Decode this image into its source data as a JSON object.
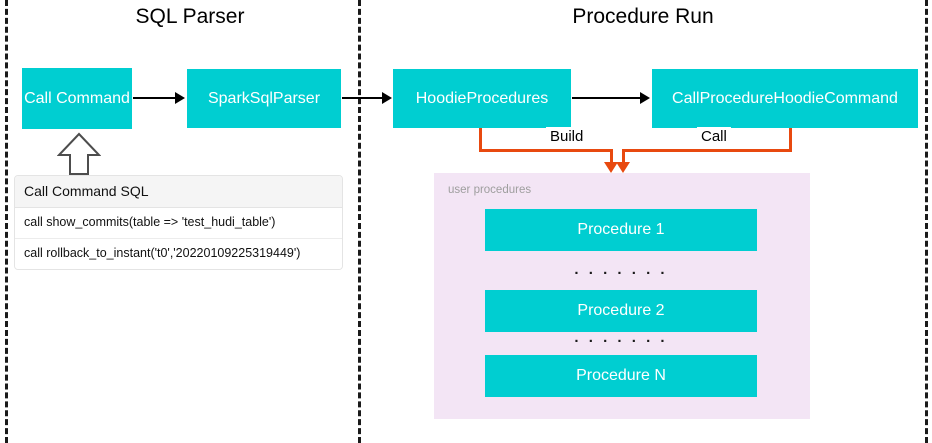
{
  "diagram": {
    "sections": [
      {
        "id": "sql-parser",
        "title": "SQL Parser"
      },
      {
        "id": "procedure-run",
        "title": "Procedure Run"
      }
    ],
    "nodes": {
      "call_command": "Call Command",
      "spark_sql_parser": "SparkSqlParser",
      "hoodie_procedures": "HoodieProcedures",
      "call_procedure_hoodie_command": "CallProcedureHoodieCommand"
    },
    "edge_labels": {
      "build": "Build",
      "call": "Call"
    },
    "sql_table": {
      "header": "Call Command SQL",
      "rows": [
        "call show_commits(table => 'test_hudi_table')",
        "call rollback_to_instant('t0','20220109225319449')"
      ]
    },
    "user_procedures": {
      "label": "user procedures",
      "items": [
        "Procedure 1",
        "Procedure 2",
        "Procedure N"
      ],
      "separator": ". . . . . . ."
    },
    "colors": {
      "node_fill": "#00CED1",
      "node_text": "#FFFFFF",
      "panel_fill": "#F3E5F5",
      "panel_label": "#9E9E9E",
      "edge_orange": "#E8490F",
      "edge_black": "#000000",
      "divider": "#1A1A1A",
      "table_header_fill": "#F5F5F5"
    }
  }
}
